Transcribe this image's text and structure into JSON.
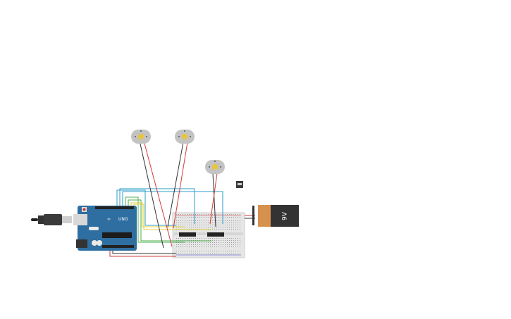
{
  "canvas": {
    "background": "#ffffff"
  },
  "arduino": {
    "brand_label": "UNO",
    "board_color": "#2f6ea0"
  },
  "battery": {
    "label": "9V",
    "body_color": "#333333",
    "terminal_color": "#d7914f"
  },
  "motors": {
    "count": 3,
    "shaft_color": "#e8c53a",
    "body_color": "#c3c3c3"
  },
  "breadboard": {
    "color": "#e6e6e6"
  },
  "wires": {
    "red": "#d03a3a",
    "black": "#333333",
    "blue": "#2b9cc8",
    "green": "#4caf50",
    "yellow": "#e3d13b"
  }
}
